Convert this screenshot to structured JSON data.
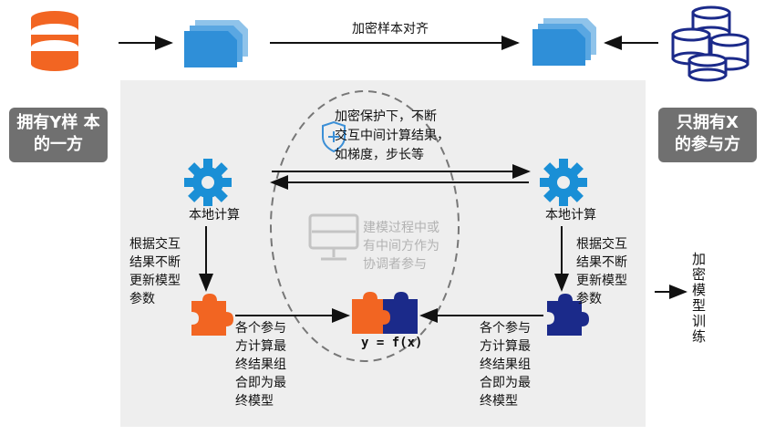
{
  "top": {
    "align_label": "加密样本对齐"
  },
  "parties": {
    "left_label": "拥有Y样\n本的一方",
    "right_label": "只拥有X\n的参与方"
  },
  "center": {
    "encrypted_exchange": "加密保护下，不断\n交互中间计算结果，\n如梯度，步长等",
    "coordinator_note": "建模过程中或\n有中间方作为\n协调者参与",
    "formula": "y = f(x)"
  },
  "left_side": {
    "compute_label": "本地计算",
    "update_note": "根据交互\n结果不断\n更新模型\n参数",
    "combine_note": "各个参与\n方计算最\n终结果组\n合即为最\n终模型"
  },
  "right_side": {
    "compute_label": "本地计算",
    "update_note": "根据交互\n结果不断\n更新模型\n参数",
    "combine_note": "各个参与\n方计算最\n终结果组\n合即为最\n终模型"
  },
  "output": {
    "label": "加密模型训练"
  },
  "colors": {
    "panel_bg": "#eeeeee",
    "badge_bg": "#707070",
    "orange": "#f26522",
    "navy": "#1b2a8a",
    "gear_blue": "#1a8fd6",
    "doc_blue": "#2f8fd8",
    "shield_blue": "#3b8fd6"
  },
  "icons": [
    "database-orange-icon",
    "document-stack-icon",
    "database-navy-icon",
    "gear-icon",
    "puzzle-piece-icon",
    "shield-icon",
    "monitor-icon"
  ]
}
